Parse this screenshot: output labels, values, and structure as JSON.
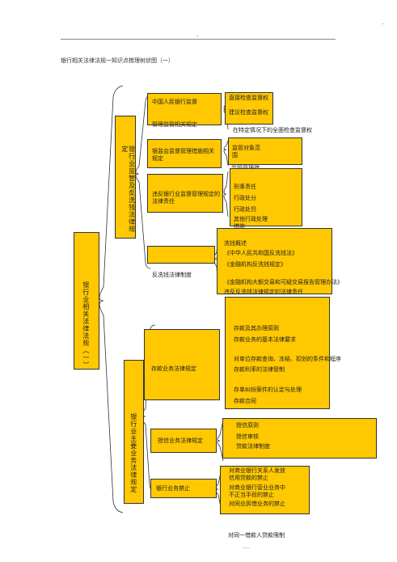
{
  "page": {
    "top_dot": ".",
    "corner_dot": ".",
    "title": "银行相关法律法规一知识点梳理树状图（一）",
    "bottom_text": "对同一借款人贷款限制",
    "bottom_dots": "...."
  },
  "root": {
    "label": "银行业相关法律法规（一）"
  },
  "branch_supervision": {
    "label": "银行业监管及反洗钱法律规定",
    "node_pboc": {
      "label": "中国人民银行监督",
      "leaves": [
        "直接检查监督权",
        "建议检查监督权",
        "在特定情况下的全面检查监督权"
      ]
    },
    "node_pboc_reg": {
      "label": "管理监管相关规定"
    },
    "node_cbrc": {
      "label": "银监会监督管理措施相关规定",
      "leaves": [
        "监管对象范围",
        "监管管理措施"
      ]
    },
    "node_violation": {
      "label": "违反银行业监督管理规定的法律责任",
      "leaves": [
        "刑事责任",
        "行政处分",
        "行政处罚",
        "其他行政处理措施"
      ]
    },
    "node_aml": {
      "label": "反洗钱法律制度",
      "leaves": [
        "洗钱概述",
        "《中华人民共和国反洗钱法》",
        "《金融机构反洗钱规定》",
        "《金融机构大额交易和可疑交易报告管理办法》",
        "违反反洗钱法律规定的法律责任"
      ]
    }
  },
  "branch_business": {
    "label": "银行业主要业务法律规定",
    "node_deposit": {
      "label": "存款业务法律规定",
      "leaves": [
        "存款及其办理原则",
        "存款业务的基本法律要求",
        "对单位存款查询、冻结、扣划的条件和程序",
        "存款利率的法律管制",
        "存单纠纷案件的认定与处理",
        "存款合同"
      ]
    },
    "node_credit": {
      "label": "授信业务法律规定",
      "leaves": [
        "授信原则",
        "授信审核",
        "贷款法律制度"
      ]
    },
    "node_prohibit": {
      "label": "银行业务禁止",
      "leaves": [
        "对商业银行关系人发放信用贷款的禁止",
        "对商业银行营业业务中不正当手段的禁止",
        "对同业拆借业务的禁止"
      ]
    }
  }
}
